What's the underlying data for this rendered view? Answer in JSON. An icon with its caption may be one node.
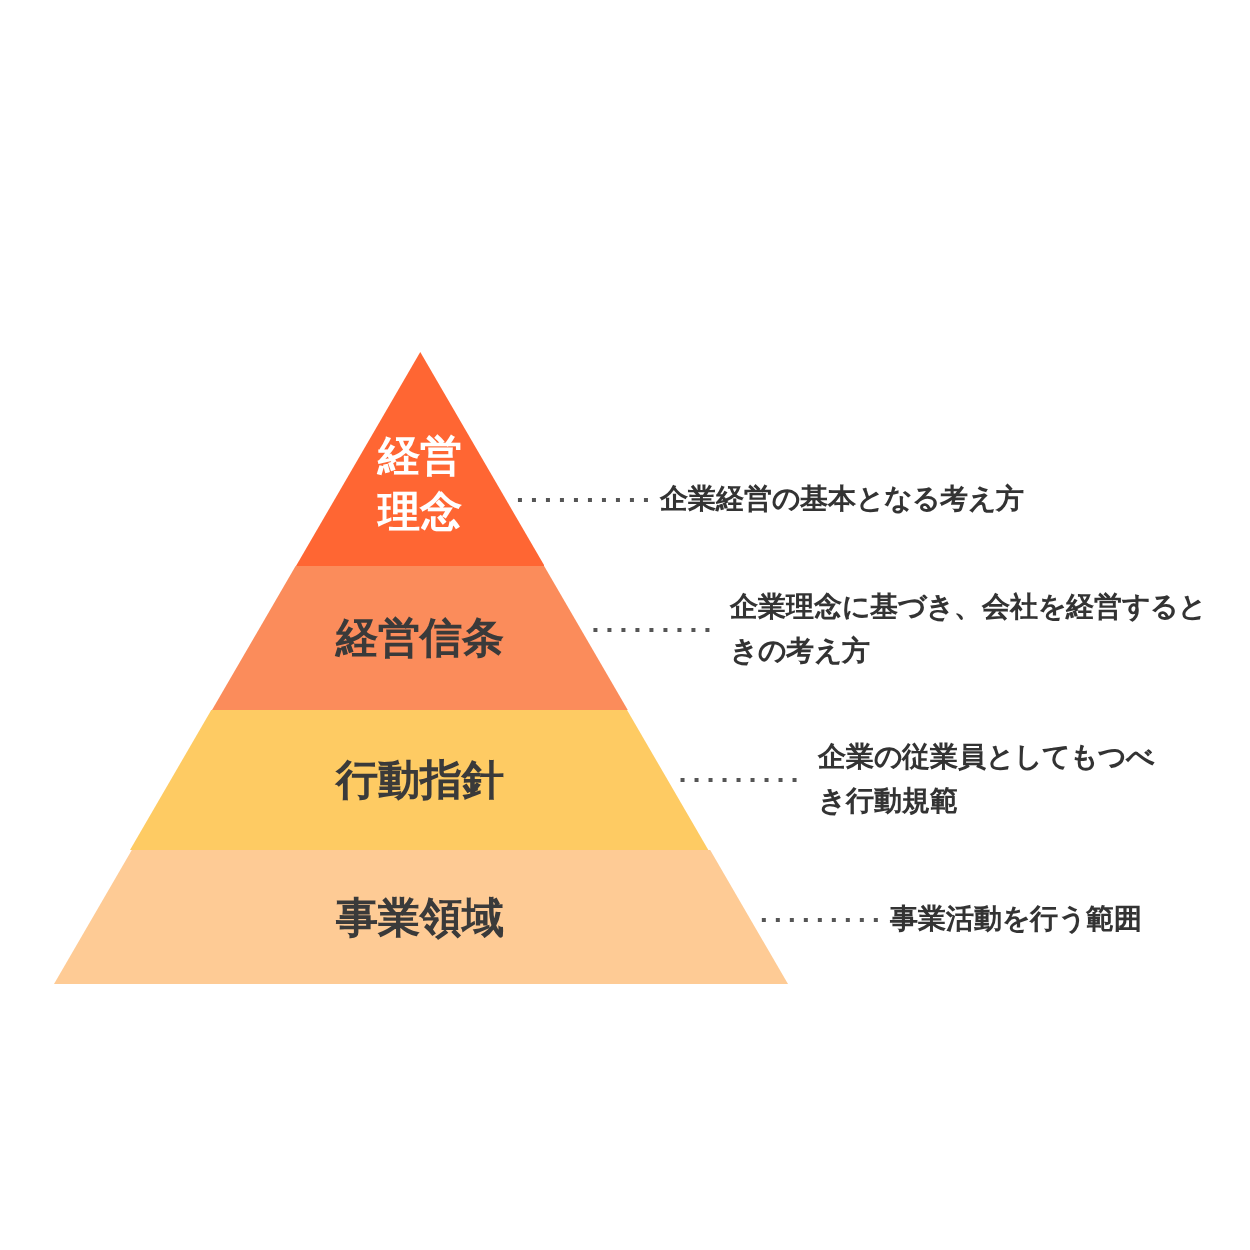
{
  "diagram": {
    "nodes": [
      {
        "text": [
          "経営理念"
        ]
      },
      {
        "text": [
          "経営信条"
        ]
      },
      {
        "text": [
          "行動指針"
        ]
      },
      {
        "text": [
          "事業領域"
        ]
      },
      {
        "text": [
          "企業経営の基本となる考え方"
        ]
      },
      {
        "text": [
          "企業理念に基づき、会社を経営するときの考え方"
        ]
      },
      {
        "text": [
          "企業の従業員としてもつべき行動規範"
        ]
      },
      {
        "text": [
          "事業活動を行う範囲"
        ]
      }
    ],
    "edges": [
      {
        "from": 0,
        "to": 4,
        "arrow": "none",
        "style": "dashed"
      },
      {
        "from": 1,
        "to": 5,
        "arrow": "none",
        "style": "dashed"
      },
      {
        "from": 2,
        "to": 6,
        "arrow": "none",
        "style": "dashed"
      },
      {
        "from": 3,
        "to": 7,
        "arrow": "none",
        "style": "dashed"
      }
    ]
  }
}
